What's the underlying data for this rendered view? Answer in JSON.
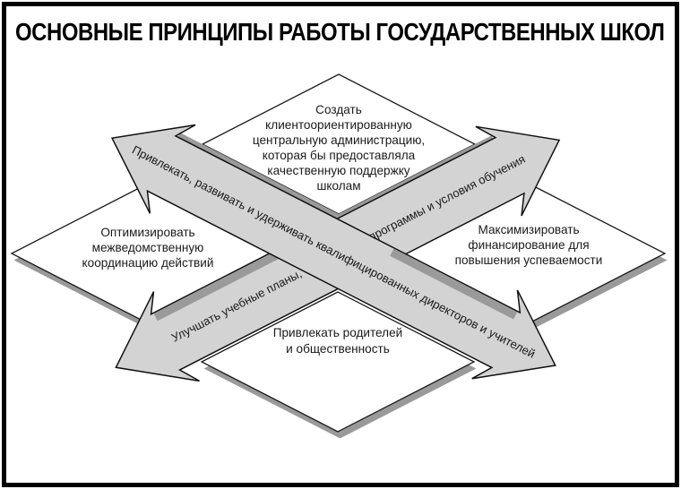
{
  "title": "ОСНОВНЫЕ ПРИНЦИПЫ РАБОТЫ ГОСУДАРСТВЕННЫХ ШКОЛ",
  "colors": {
    "arrow_fill": "#d3d3d3",
    "shadow": "#9a9a9a",
    "node_fill": "#ffffff",
    "outline": "#000000",
    "text": "#1a1a1a"
  },
  "nodes": {
    "top": {
      "lines": [
        "Создать",
        "клиентоориентированную",
        "центральную администрацию,",
        "которая бы предоставляла",
        "качественную поддержку",
        "школам"
      ]
    },
    "left": {
      "lines": [
        "Оптимизировать",
        "межведомственную",
        "координацию действий"
      ]
    },
    "right": {
      "lines": [
        "Максимизировать",
        "финансирование для",
        "повышения успеваемости"
      ]
    },
    "bottom": {
      "lines": [
        "Привлекать родителей",
        "и общественность"
      ]
    }
  },
  "arrows": {
    "diagonal_down": {
      "label": "Привлекать, развивать и удерживать квалифицированных директоров и учителей"
    },
    "diagonal_up": {
      "label_start": "Улучшать учебные планы,",
      "label_end": "программы и условия обучения"
    }
  }
}
